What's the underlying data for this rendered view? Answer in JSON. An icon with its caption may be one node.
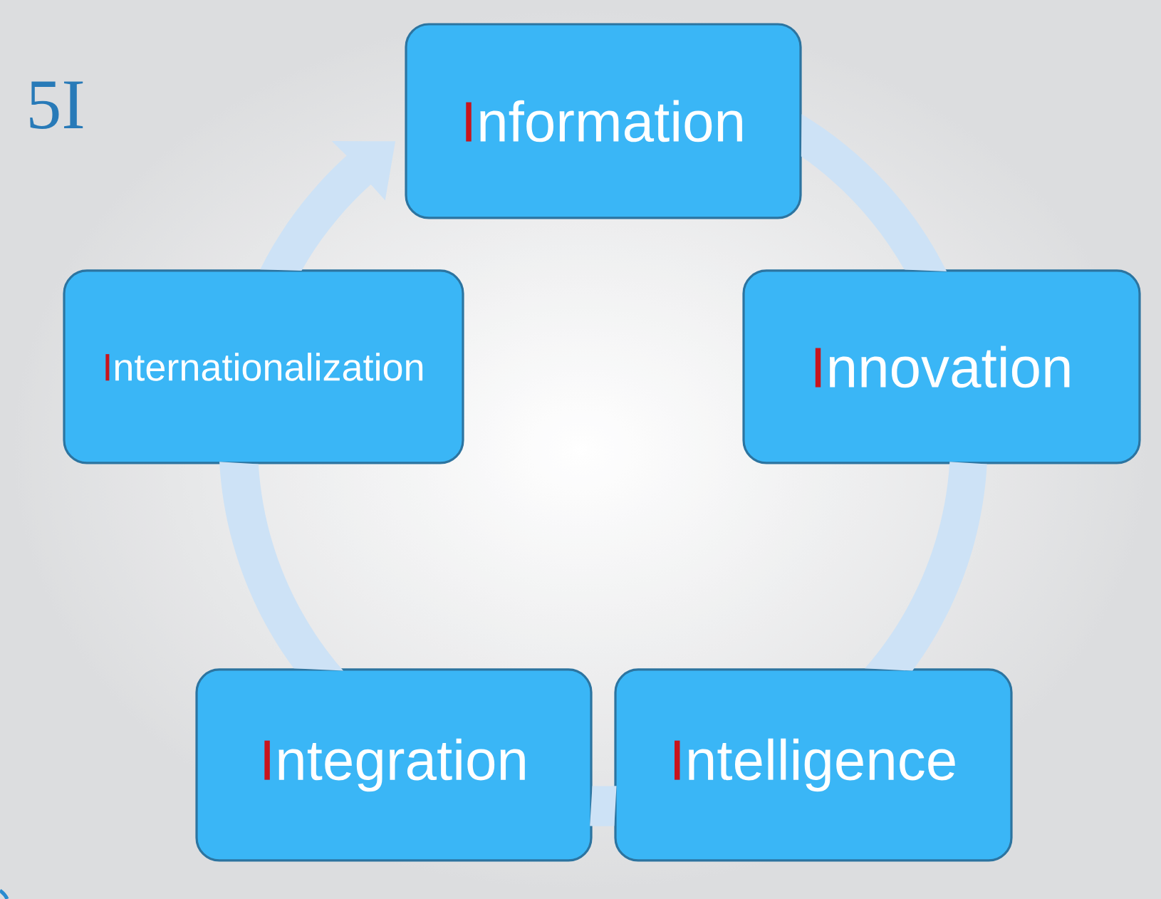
{
  "diagram": {
    "title": "5I",
    "nodes": [
      {
        "text": [
          "Information"
        ]
      },
      {
        "text": [
          "Innovation"
        ]
      },
      {
        "text": [
          "Intelligence"
        ]
      },
      {
        "text": [
          "Integration"
        ]
      },
      {
        "text": [
          "Internationalization"
        ]
      }
    ],
    "edges": [
      {
        "from": 0,
        "to": 1,
        "arrow": "none"
      },
      {
        "from": 1,
        "to": 2,
        "arrow": "none"
      },
      {
        "from": 2,
        "to": 3,
        "arrow": "none"
      },
      {
        "from": 3,
        "to": 4,
        "arrow": "none"
      },
      {
        "from": 4,
        "to": 0,
        "arrow": "to"
      }
    ]
  }
}
